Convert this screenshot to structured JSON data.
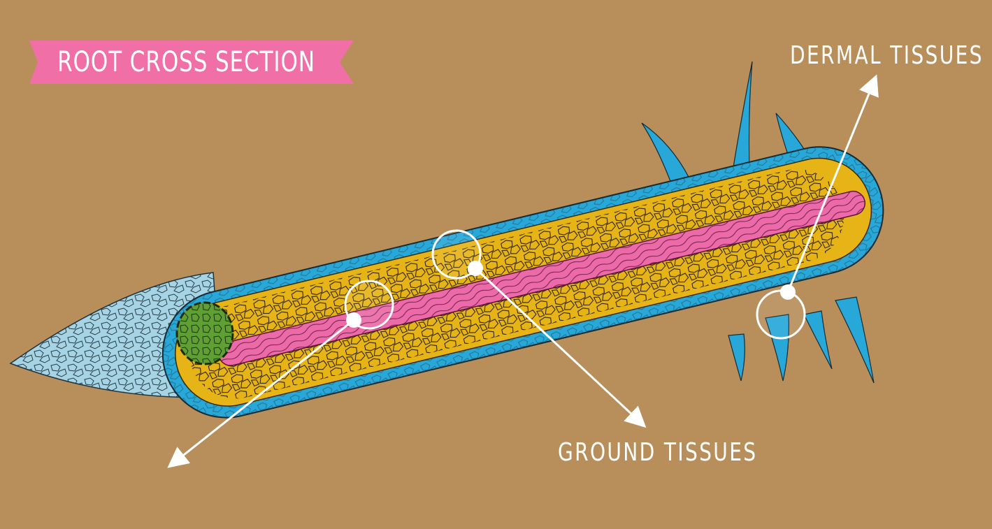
{
  "title": "ROOT CROSS SECTION",
  "labels": {
    "dermal": "DERMAL TISSUES",
    "ground": "GROUND TISSUES"
  },
  "colors": {
    "background": "#b88f5b",
    "banner": "#f06fa7",
    "root_cap": "#a6d4e4",
    "dermal": "#27a8d8",
    "cortex": "#e7b417",
    "vascular": "#ec6aa8",
    "meristem": "#5f9f33",
    "annotation": "#ffffff"
  }
}
